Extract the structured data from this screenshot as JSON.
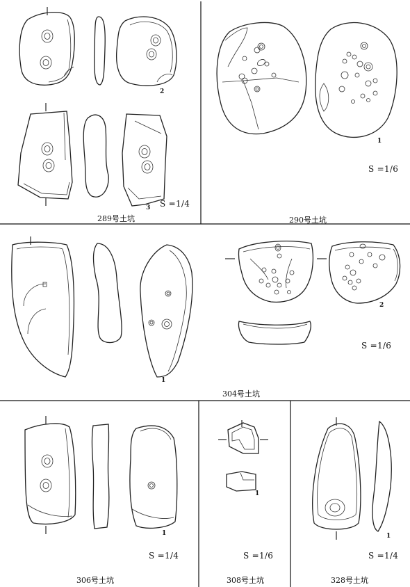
{
  "panels": {
    "p289": {
      "title": "289号土坑",
      "scale": "S =1/4",
      "nums": [
        "2",
        "3"
      ]
    },
    "p290": {
      "title": "290号土坑",
      "scale": "S =1/6",
      "nums": [
        "1"
      ]
    },
    "p304": {
      "title": "304号土坑",
      "scale": "S =1/6",
      "nums": [
        "1",
        "2"
      ]
    },
    "p306": {
      "title": "306号土坑",
      "scale": "S =1/4",
      "nums": [
        "1"
      ]
    },
    "p308": {
      "title": "308号土坑",
      "scale": "S =1/6",
      "nums": [
        "1"
      ]
    },
    "p328": {
      "title": "328号土坑",
      "scale": "S =1/4",
      "nums": [
        "1"
      ]
    }
  }
}
